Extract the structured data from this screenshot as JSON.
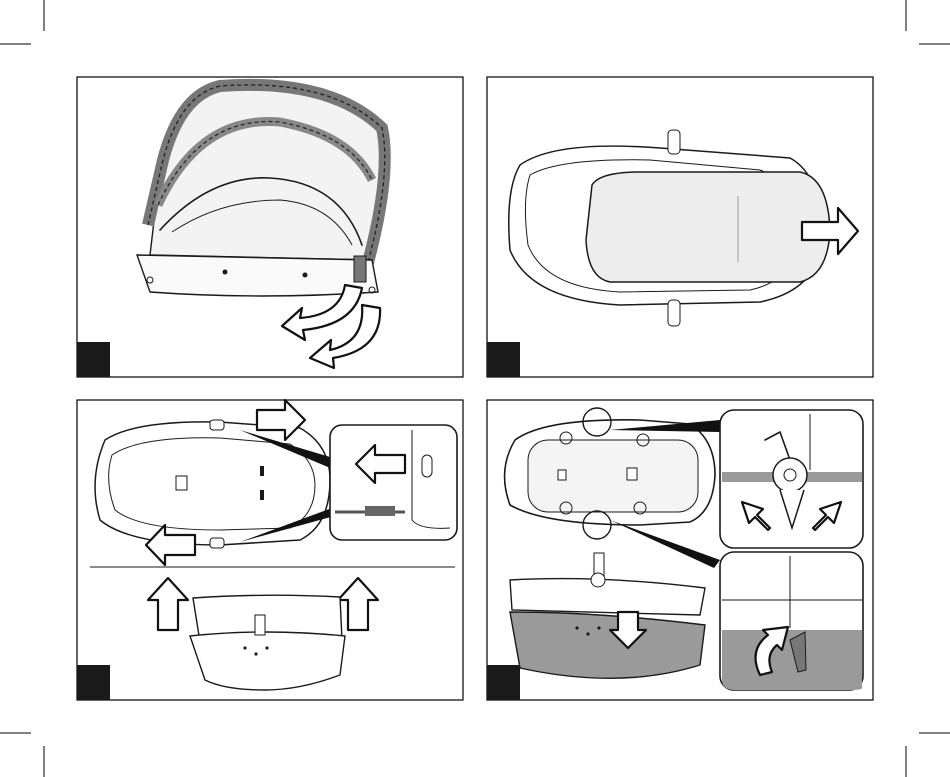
{
  "steps": [
    {
      "name": "remove-canopy-frame",
      "badge": ""
    },
    {
      "name": "remove-carrycot-cover",
      "badge": ""
    },
    {
      "name": "detach-shell-clips",
      "badge": ""
    },
    {
      "name": "separate-lower-shell",
      "badge": ""
    }
  ],
  "colors": {
    "ink": "#1a1a1a",
    "badge": "#1a1a1a",
    "shade": "#9a9a9a",
    "paper": "#ffffff"
  },
  "icons": [
    "curved-arrow-icon",
    "straight-arrow-icon",
    "magnifier-callout-icon",
    "rotate-arrow-icon"
  ]
}
